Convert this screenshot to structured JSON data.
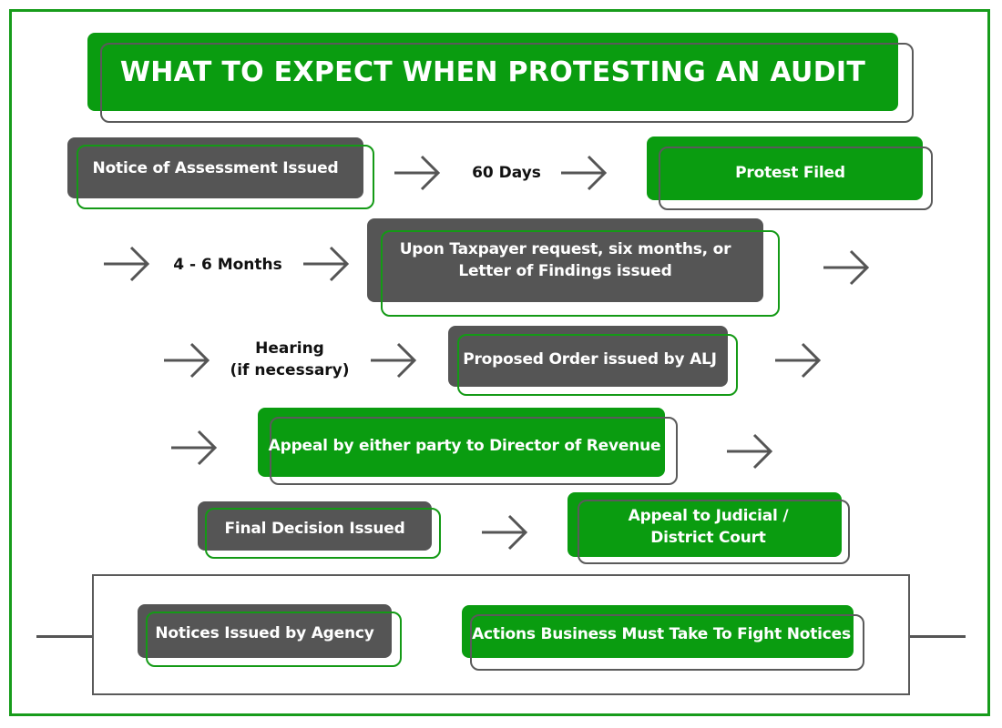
{
  "title": "WHAT TO EXPECT WHEN PROTESTING AN AUDIT",
  "steps": {
    "notice_of_assessment": "Notice of Assessment Issued",
    "protest_filed": "Protest Filed",
    "letter_of_findings_line1": "Upon Taxpayer request, six months, or",
    "letter_of_findings_line2": "Letter of Findings issued",
    "proposed_order": "Proposed Order issued by ALJ",
    "appeal_director": "Appeal by either party to Director of Revenue",
    "final_decision": "Final Decision Issued",
    "appeal_court_line1": "Appeal to Judicial /",
    "appeal_court_line2": "District Court"
  },
  "timing": {
    "sixty_days": "60 Days",
    "four_six_months": "4 - 6 Months",
    "hearing_line1": "Hearing",
    "hearing_line2": "(if necessary)"
  },
  "legend": {
    "agency": "Notices Issued by Agency",
    "business": "Actions Business Must Take To Fight Notices"
  },
  "colors": {
    "agency": "#555555",
    "business": "#0a9c10",
    "frame": "#179c1b",
    "arrow": "#555555"
  },
  "icons": {
    "arrow": "arrow-right-icon"
  }
}
